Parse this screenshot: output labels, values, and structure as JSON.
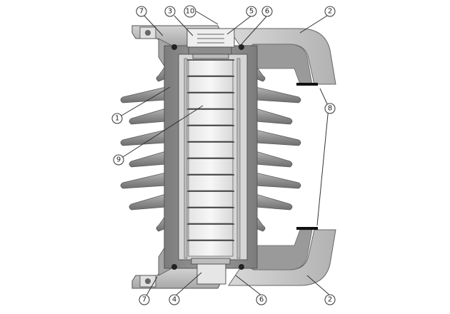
{
  "diagram": {
    "callouts": [
      {
        "id": "c1",
        "label": "1"
      },
      {
        "id": "c2a",
        "label": "2"
      },
      {
        "id": "c2b",
        "label": "2"
      },
      {
        "id": "c3",
        "label": "3"
      },
      {
        "id": "c4",
        "label": "4"
      },
      {
        "id": "c5",
        "label": "5"
      },
      {
        "id": "c6a",
        "label": "6"
      },
      {
        "id": "c6b",
        "label": "6"
      },
      {
        "id": "c7a",
        "label": "7"
      },
      {
        "id": "c7b",
        "label": "7"
      },
      {
        "id": "c8",
        "label": "8"
      },
      {
        "id": "c9",
        "label": "9"
      },
      {
        "id": "c10",
        "label": "10"
      }
    ]
  }
}
